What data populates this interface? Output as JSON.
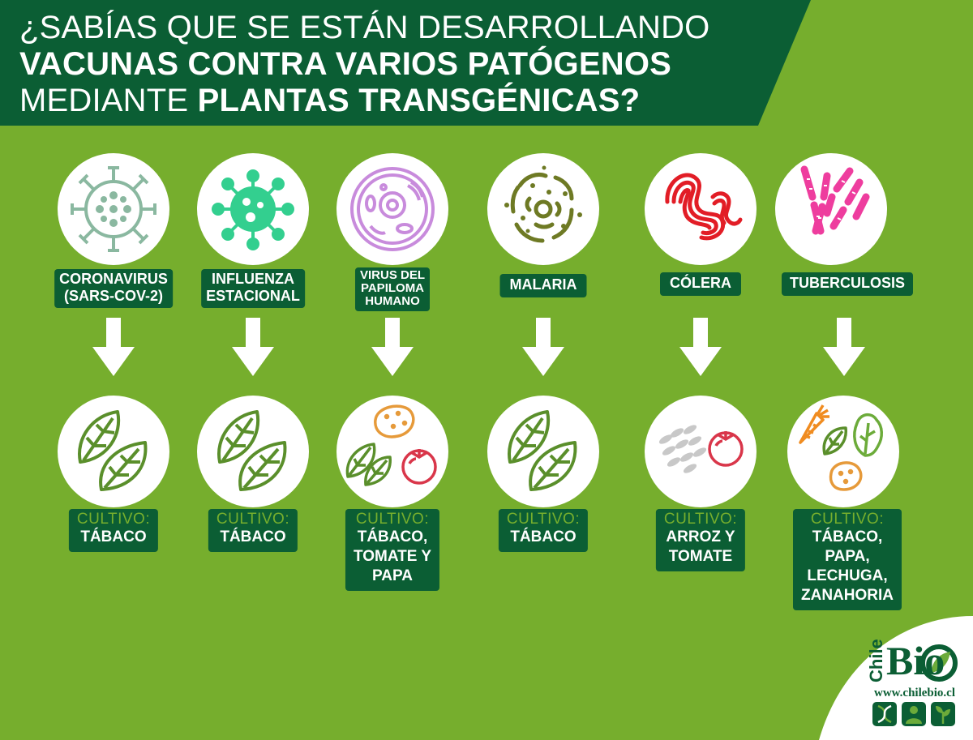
{
  "header": {
    "title_parts": [
      {
        "text": "¿Sabías que se están desarrollando ",
        "bold": false
      },
      {
        "text": "vacunas contra varios patógenos",
        "bold": true
      },
      {
        "text": " mediante ",
        "bold": false
      },
      {
        "text": "plantas transgénicas?",
        "bold": true
      }
    ]
  },
  "colors": {
    "background_green": "#76ae2d",
    "dark_green": "#0b5e34",
    "white": "#ffffff"
  },
  "columns": [
    {
      "pathogen_icon": "coronavirus-icon",
      "pathogen_lines": [
        "CORONAVIRUS",
        "(SARS-COV-2)"
      ],
      "crop_icon": "tobacco-leaves-icon",
      "crop_key": "CULTIVO:",
      "crop_lines": [
        "TÁBACO"
      ]
    },
    {
      "pathogen_icon": "influenza-virus-icon",
      "pathogen_lines": [
        "INFLUENZA",
        "ESTACIONAL"
      ],
      "crop_icon": "tobacco-leaves-icon",
      "crop_key": "CULTIVO:",
      "crop_lines": [
        "TÁBACO"
      ]
    },
    {
      "pathogen_icon": "papilloma-cell-icon",
      "pathogen_lines": [
        "VIRUS DEL",
        "PAPILOMA",
        "HUMANO"
      ],
      "crop_icon": "tobacco-tomato-potato-icon",
      "crop_key": "CULTIVO:",
      "crop_lines": [
        "TÁBACO,",
        "TOMATE Y",
        "PAPA"
      ]
    },
    {
      "pathogen_icon": "malaria-parasite-icon",
      "pathogen_lines": [
        "MALARIA"
      ],
      "crop_icon": "tobacco-leaves-icon",
      "crop_key": "CULTIVO:",
      "crop_lines": [
        "TÁBACO"
      ]
    },
    {
      "pathogen_icon": "cholera-bacteria-icon",
      "pathogen_lines": [
        "CÓLERA"
      ],
      "crop_icon": "rice-tomato-icon",
      "crop_key": "CULTIVO:",
      "crop_lines": [
        "ARROZ Y",
        "TOMATE"
      ]
    },
    {
      "pathogen_icon": "tuberculosis-bacilli-icon",
      "pathogen_lines": [
        "TUBERCULOSIS"
      ],
      "crop_icon": "carrot-lettuce-potato-tobacco-icon",
      "crop_key": "CULTIVO:",
      "crop_lines": [
        "TÁBACO,",
        "PAPA,",
        "LECHUGA,",
        "ZANAHORIA"
      ]
    }
  ],
  "logo": {
    "word_chile": "Chile",
    "word_bio": "Bio",
    "url": "www.chilebio.cl"
  }
}
